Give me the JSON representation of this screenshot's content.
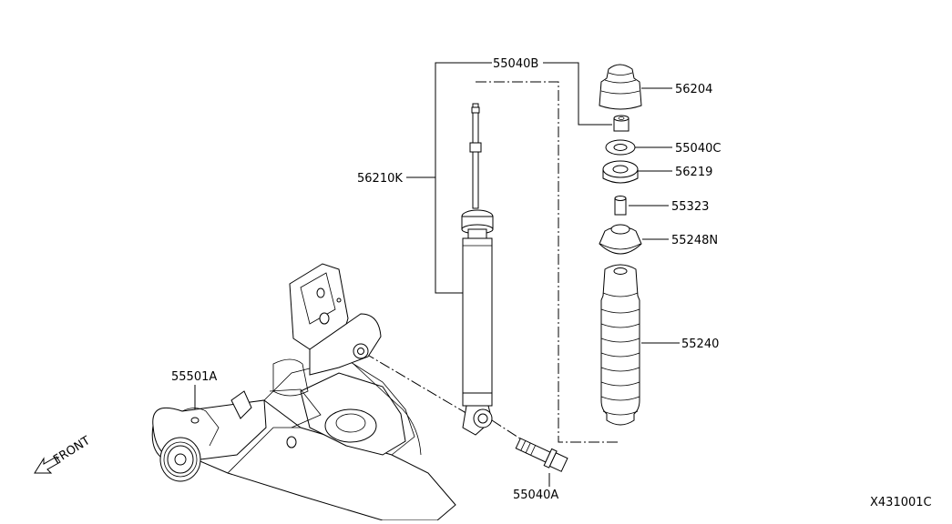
{
  "labels": {
    "p55040B": "55040B",
    "p56204": "56204",
    "p55040C": "55040C",
    "p56219": "56219",
    "p55323": "55323",
    "p55248N": "55248N",
    "p55240": "55240",
    "p56210K": "56210K",
    "p55501A": "55501A",
    "p55040A": "55040A",
    "front": "FRONT",
    "diagram_code": "X431001C"
  }
}
